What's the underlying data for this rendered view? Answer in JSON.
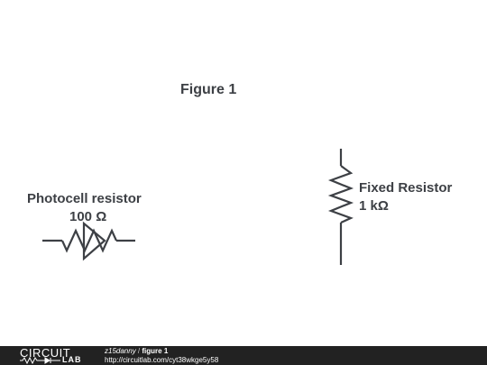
{
  "figure": {
    "title": "Figure 1"
  },
  "photocell": {
    "name": "Photocell resistor",
    "value": "100 Ω"
  },
  "fixed_resistor": {
    "name": "Fixed Resistor",
    "value": "1 kΩ"
  },
  "footer": {
    "logo_top": "CIRCUIT",
    "logo_bottom": "LAB",
    "user": "z15danny",
    "separator": " / ",
    "figure_name": "figure 1",
    "url": "http://circuitlab.com/cyt38wkge5y58"
  },
  "colors": {
    "wire": "#3d4045",
    "footer_bg": "#222222",
    "text": "#3d4045"
  }
}
